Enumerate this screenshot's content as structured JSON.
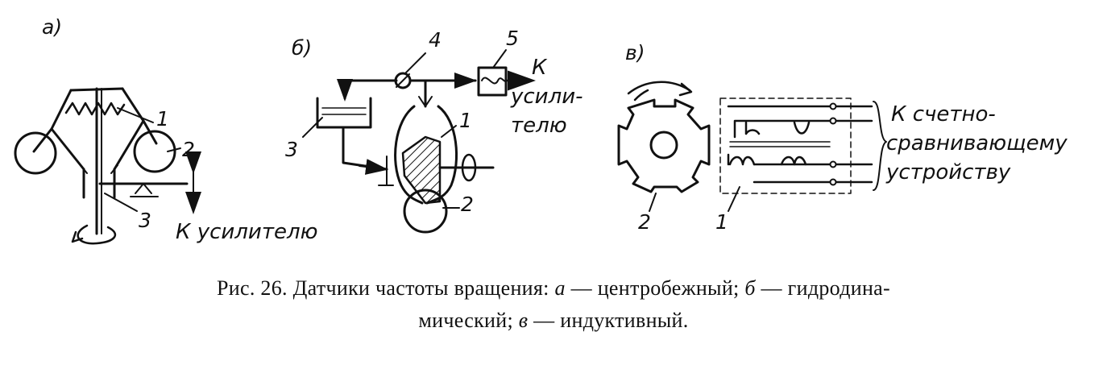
{
  "panels": {
    "a": {
      "tag": "а)",
      "labels": [
        "1",
        "2",
        "3"
      ],
      "output": "К усилителю"
    },
    "b": {
      "tag": "б)",
      "labels": [
        "1",
        "2",
        "3",
        "4",
        "5"
      ],
      "output": [
        "К",
        "усили-",
        "телю"
      ]
    },
    "c": {
      "tag": "в)",
      "labels": [
        "1",
        "2"
      ],
      "output": [
        "К счетно-",
        "сравнивающему",
        "устройству"
      ]
    }
  },
  "caption": {
    "line1": {
      "p1": "Рис. 26. Датчики частоты вращения: ",
      "l1": "а",
      "p2": " — центробежный; ",
      "l2": "б",
      "p3": " — гидродина-"
    },
    "line2": {
      "p1": "мический; ",
      "l1": "в",
      "p2": " — индуктивный."
    }
  }
}
